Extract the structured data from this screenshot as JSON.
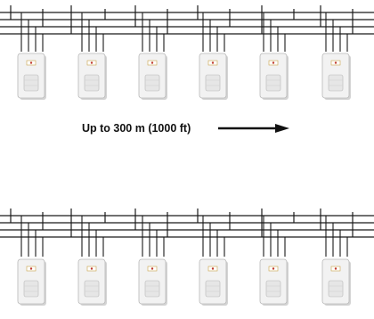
{
  "caption": {
    "text": "Up to 300 m (1000 ft)"
  },
  "colors": {
    "wire": "#1a1a1a",
    "detector_body": "#f2f2f2",
    "detector_edge": "#b8b8b8",
    "detector_shadow": "#d4d4d4",
    "lens": "#e6e6e6",
    "led_red": "#c0392b",
    "arrow": "#111111"
  },
  "icons": {
    "detector": "pir-motion-detector-icon",
    "arrow": "right-arrow-icon"
  },
  "bus_rows": [
    {
      "name": "top-bus",
      "detector_count": 6
    },
    {
      "name": "bottom-bus",
      "detector_count": 6
    }
  ]
}
